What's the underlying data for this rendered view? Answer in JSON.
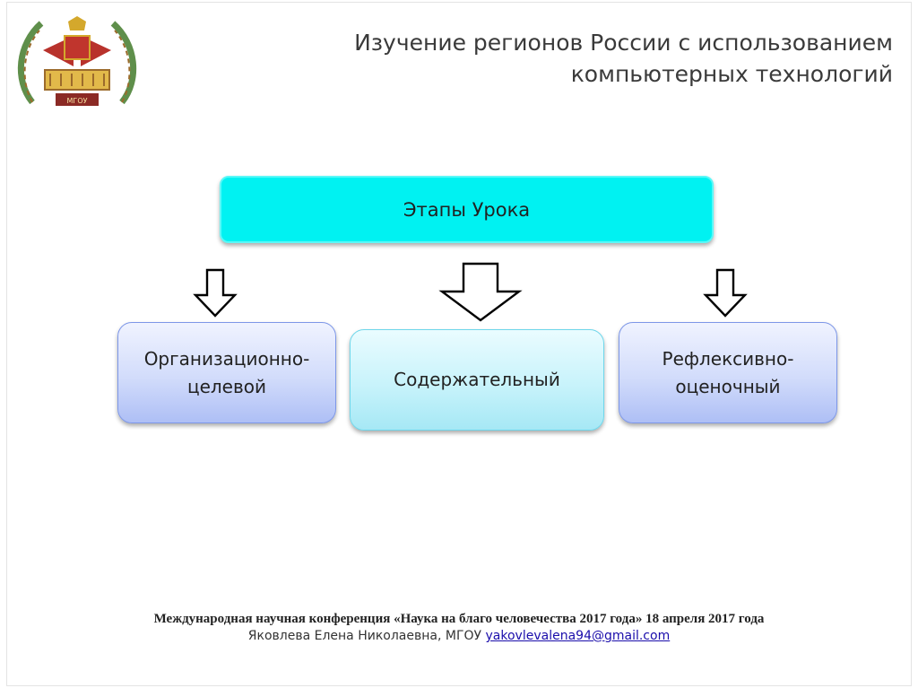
{
  "header": {
    "title_line1": "Изучение регионов России с использованием",
    "title_line2": "компьютерных технологий",
    "logo_text": "МГОУ"
  },
  "diagram": {
    "main_stage": "Этапы Урока",
    "stages": [
      {
        "line1": "Организационно-",
        "line2": "целевой"
      },
      {
        "line1": "Содержательный"
      },
      {
        "line1": "Рефлексивно-",
        "line2": "оценочный"
      }
    ]
  },
  "footer": {
    "conference": "Международная научная конференция «Наука на благо человечества 2017 года» 18 апреля 2017 года",
    "author": "Яковлева Елена Николаевна, МГОУ",
    "email": "yakovlevalena94@gmail.com"
  },
  "colors": {
    "main_box": "#00f2f2",
    "stage_blue": "#c9d5fa",
    "stage_cyan": "#bff0fa"
  },
  "icons": [
    "university-emblem-logo",
    "down-arrow-icon"
  ]
}
